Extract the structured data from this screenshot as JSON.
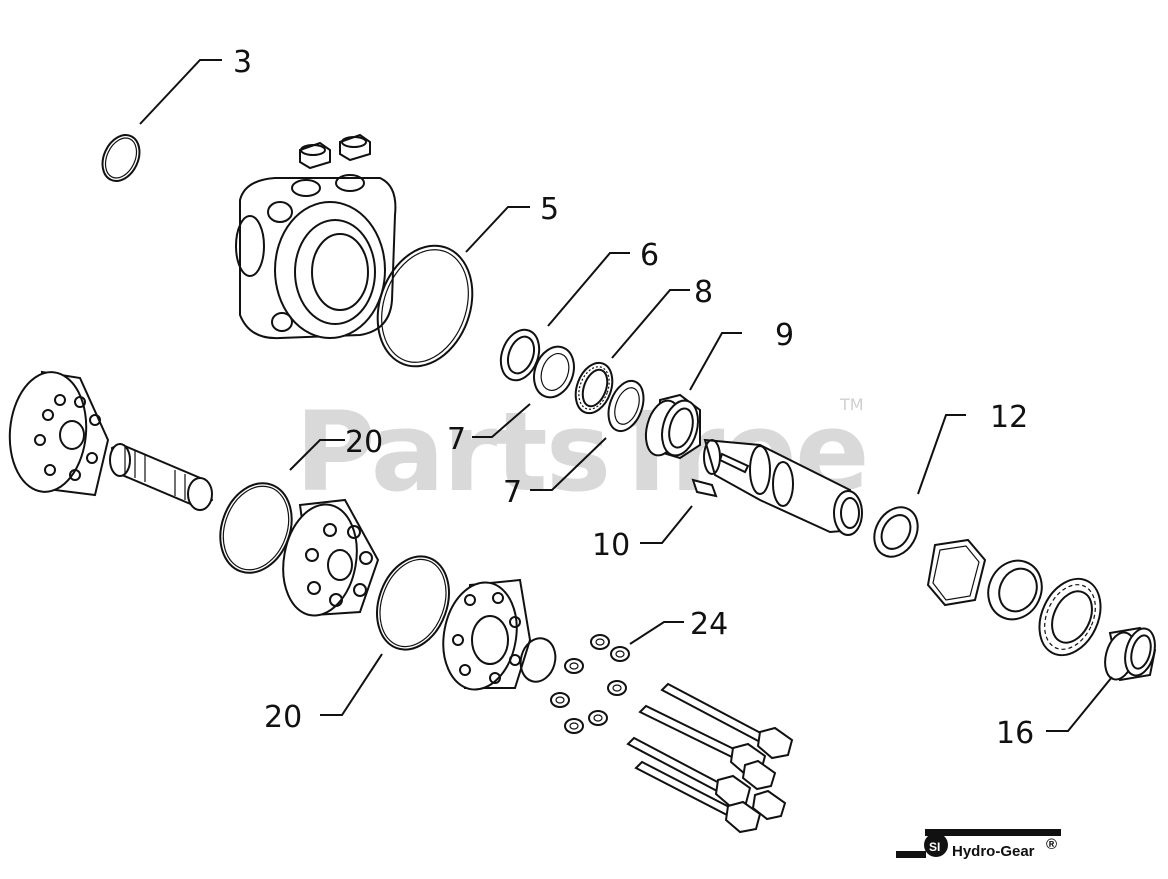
{
  "watermark": {
    "text": "PartsTree",
    "tm": "TM"
  },
  "brand": {
    "name": "Hydro-Gear",
    "reg": "®"
  },
  "callouts": {
    "c3": "3",
    "c5": "5",
    "c6": "6",
    "c8": "8",
    "c9": "9",
    "c7a": "7",
    "c7b": "7",
    "c10": "10",
    "c12": "12",
    "c20a": "20",
    "c20b": "20",
    "c24": "24",
    "c16": "16"
  }
}
